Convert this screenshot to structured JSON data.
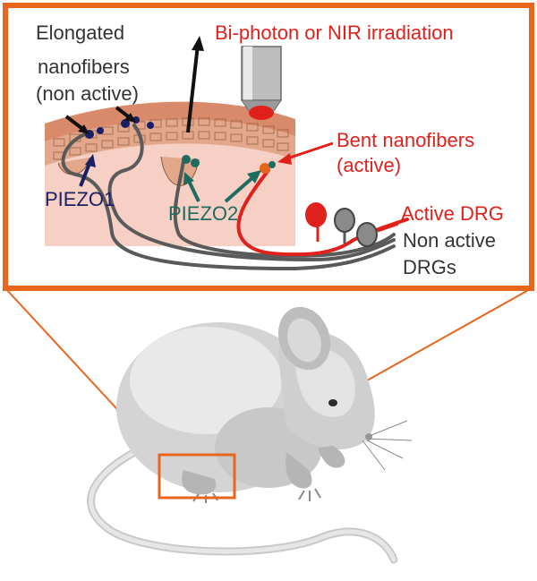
{
  "labels": {
    "irradiation": "Bi-photon or NIR irradiation",
    "elongated_line1": "Elongated",
    "elongated_line2": "nanofibers",
    "elongated_line3": "(non active)",
    "bent_line1": "Bent nanofibers",
    "bent_line2": "(active)",
    "piezo1": "PIEZO1",
    "piezo2": "PIEZO2",
    "active_drg": "Active DRG",
    "non_active_line1": "Non active",
    "non_active_line2": "DRGs"
  },
  "colors": {
    "accent_orange": "#e8661c",
    "active_red": "#e0201b",
    "inactive_gray": "#5a5a5a",
    "skin_pink": "#f6d0c4",
    "piezo1_navy": "#1a1f66",
    "piezo2_teal": "#1f6b60"
  },
  "icons": [
    "mouse-illustration",
    "objective-lens-icon",
    "skin-tissue",
    "drg-neuron"
  ]
}
